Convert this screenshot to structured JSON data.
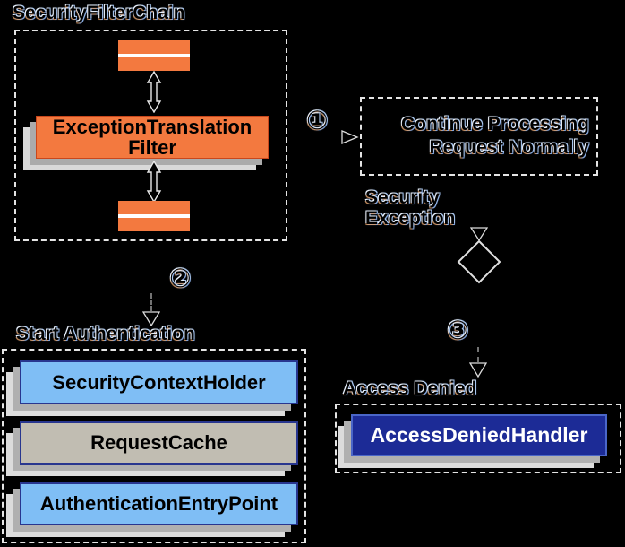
{
  "canvas": {
    "background": "#000000"
  },
  "palette": {
    "orange": "#f3793f",
    "light_blue": "#7fbef5",
    "gray_beige": "#c1bdb2",
    "navy_fill": "#1c2b96",
    "navy_border": "#4a66c8",
    "box_border": "#28368f",
    "shadow_mid": "#b0b0b0",
    "shadow_light": "#dcdcdc",
    "dashed_border": "#e4e4e4",
    "ghost_fringe": "#a9c6ee"
  },
  "security_filter_chain": {
    "title": "SecurityFilterChain",
    "filter_box": {
      "line1": "ExceptionTranslation",
      "line2": "Filter"
    }
  },
  "step1": {
    "badge": "①",
    "target_box": {
      "line1": "Continue Processing",
      "line2": "Request Normally"
    }
  },
  "security_exception": {
    "line1": "Security",
    "line2": "Exception"
  },
  "step2": {
    "badge": "②",
    "label": "Start Authentication",
    "boxes": [
      {
        "label": "SecurityContextHolder"
      },
      {
        "label": "RequestCache"
      },
      {
        "label": "AuthenticationEntryPoint"
      }
    ]
  },
  "step3": {
    "badge": "③",
    "label": "Access Denied",
    "handler": "AccessDeniedHandler"
  }
}
